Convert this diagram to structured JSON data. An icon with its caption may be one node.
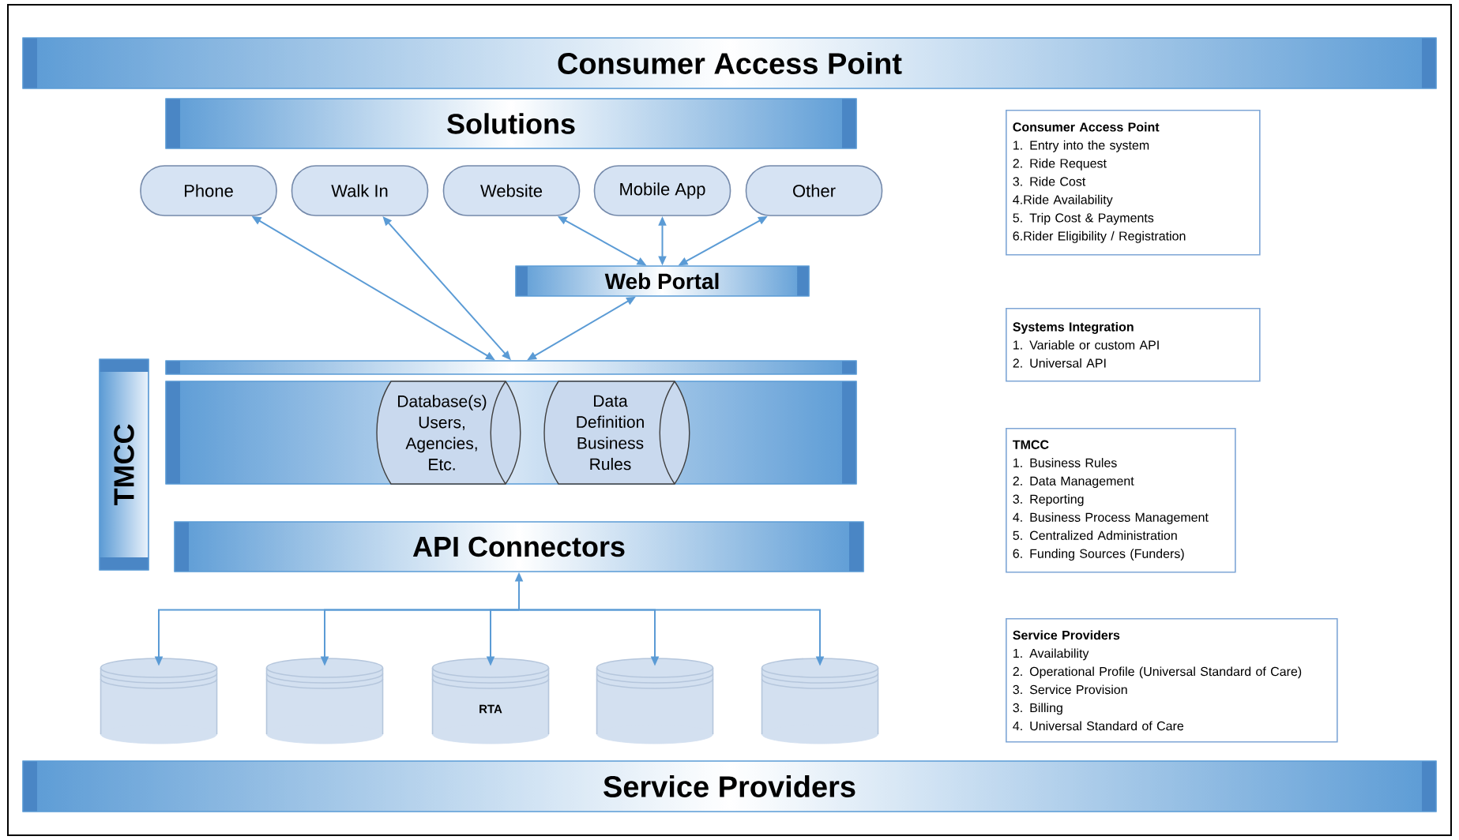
{
  "diagram": {
    "nodes": [
      {
        "text": [
          "Consumer Access Point"
        ]
      },
      {
        "text": [
          "Solutions"
        ]
      },
      {
        "text": [
          "Phone"
        ]
      },
      {
        "text": [
          "Walk In"
        ]
      },
      {
        "text": [
          "Website"
        ]
      },
      {
        "text": [
          "Mobile App"
        ]
      },
      {
        "text": [
          "Other"
        ]
      },
      {
        "text": [
          "Web Portal"
        ]
      },
      {
        "text": [],
        "shape": "bar"
      },
      {
        "text": [
          "TMCC"
        ]
      },
      {
        "text": [],
        "shape": "box"
      },
      {
        "text": [
          "Database(s) Users, Agencies, Etc."
        ],
        "in": 10
      },
      {
        "text": [
          "Data Definition Business Rules"
        ],
        "in": 10
      },
      {
        "text": [
          "API Connectors"
        ]
      },
      {
        "text": [],
        "shape": "cylinder"
      },
      {
        "text": [],
        "shape": "cylinder"
      },
      {
        "text": [
          "RTA"
        ]
      },
      {
        "text": [],
        "shape": "cylinder"
      },
      {
        "text": [],
        "shape": "cylinder"
      },
      {
        "text": [
          "Service Providers"
        ]
      },
      {
        "text": [
          "Consumer Access Point",
          "1. Entry into the system",
          "2. Ride Request",
          "3. Ride Cost",
          "4.Ride Availability",
          "5. Trip Cost & Payments",
          "6.Rider Eligibility / Registration"
        ]
      },
      {
        "text": [
          "Systems Integration",
          "1. Variable or custom API",
          "2. Universal API"
        ]
      },
      {
        "text": [
          "TMCC",
          "1. Business Rules",
          "2. Data Management",
          "3. Reporting",
          "4. Business Process Management",
          "5. Centralized Administration",
          "6. Funding Sources (Funders)"
        ]
      },
      {
        "text": [
          "Service Providers",
          "1. Availability",
          "2. Operational Profile (Universal Standard of Care)",
          "3. Service Provision",
          "3. Billing",
          "4. Universal Standard of Care"
        ]
      }
    ],
    "edges": [
      {
        "from": 8,
        "to": 2,
        "arrow": "both"
      },
      {
        "from": 8,
        "to": 3,
        "arrow": "both"
      },
      {
        "from": 8,
        "to": 7,
        "arrow": "both"
      },
      {
        "from": 7,
        "to": 4,
        "arrow": "both"
      },
      {
        "from": 7,
        "to": 5,
        "arrow": "both"
      },
      {
        "from": 7,
        "to": 6,
        "arrow": "both"
      },
      {
        "from": 13,
        "to": 14,
        "arrow": "both"
      },
      {
        "from": 13,
        "to": 15,
        "arrow": "both"
      },
      {
        "from": 13,
        "to": 16,
        "arrow": "both"
      },
      {
        "from": 13,
        "to": 17,
        "arrow": "both"
      },
      {
        "from": 13,
        "to": 18,
        "arrow": "both"
      }
    ]
  }
}
